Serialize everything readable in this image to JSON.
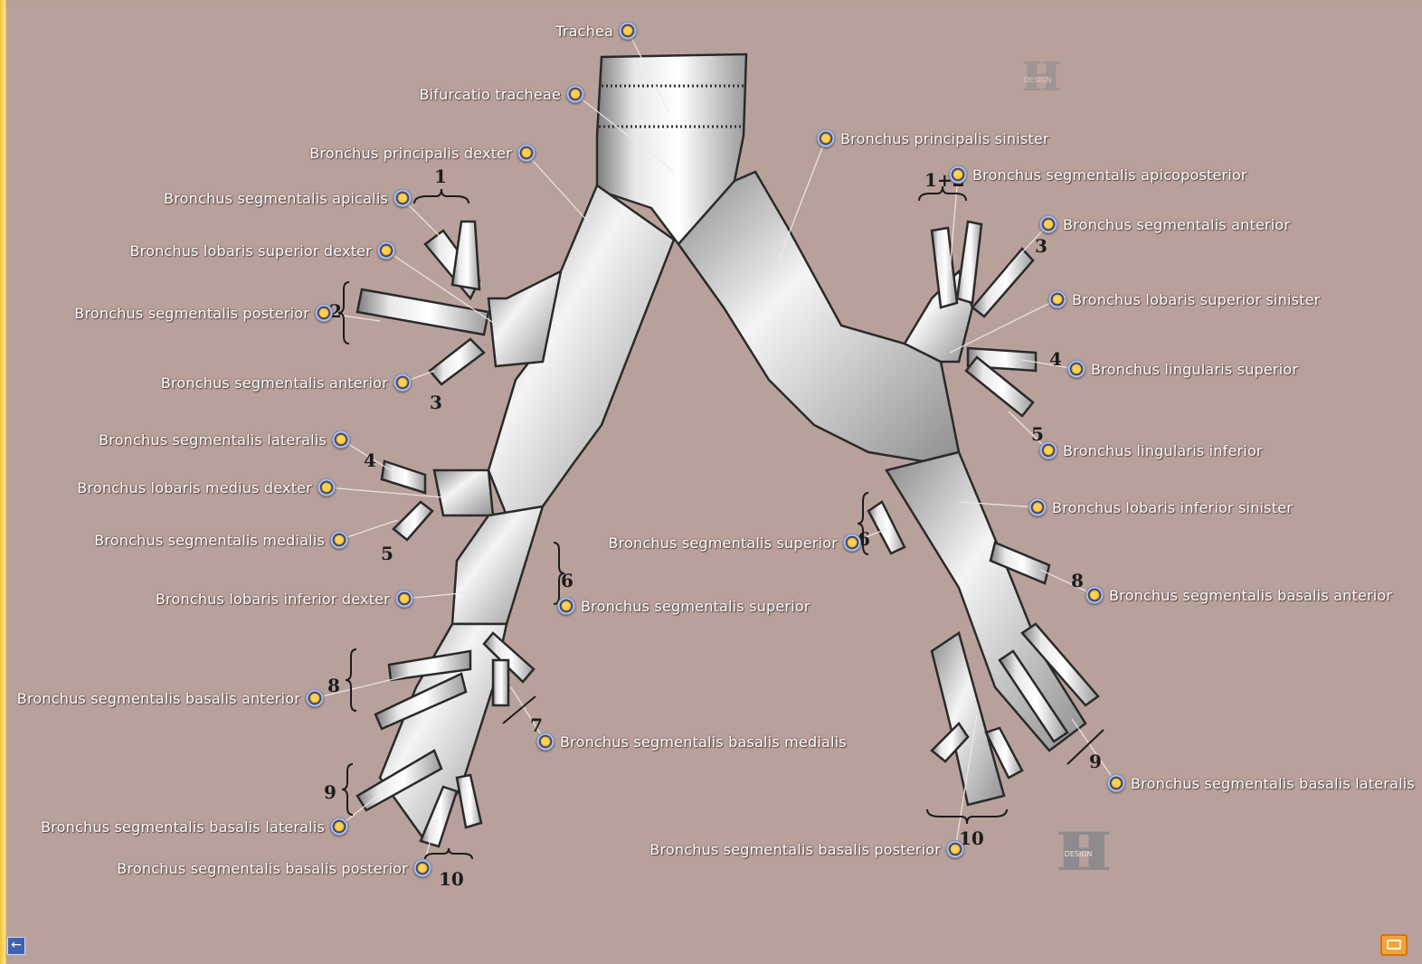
{
  "labels": {
    "trachea": "Trachea",
    "bifurcatio": "Bifurcatio tracheae",
    "princ_dexter": "Bronchus principalis dexter",
    "seg_apicalis": "Bronchus segmentalis apicalis",
    "lob_sup_dexter": "Bronchus lobaris superior dexter",
    "seg_posterior": "Bronchus segmentalis posterior",
    "seg_anterior_r": "Bronchus segmentalis anterior",
    "seg_lateralis": "Bronchus segmentalis lateralis",
    "lob_medius": "Bronchus lobaris medius dexter",
    "seg_medialis": "Bronchus segmentalis medialis",
    "lob_inf_dexter": "Bronchus lobaris inferior dexter",
    "seg_superior_r": "Bronchus segmentalis superior",
    "seg_bas_ant_r": "Bronchus segmentalis basalis anterior",
    "seg_bas_med": "Bronchus segmentalis basalis medialis",
    "seg_bas_lat_r": "Bronchus segmentalis basalis lateralis",
    "seg_bas_post_r": "Bronchus segmentalis basalis posterior",
    "princ_sinister": "Bronchus principalis sinister",
    "seg_apicopost": "Bronchus segmentalis apicoposterior",
    "seg_anterior_l": "Bronchus segmentalis anterior",
    "lob_sup_sinister": "Bronchus lobaris superior sinister",
    "ling_sup": "Bronchus lingularis superior",
    "ling_inf": "Bronchus lingularis inferior",
    "lob_inf_sinister": "Bronchus lobaris inferior sinister",
    "seg_superior_l": "Bronchus segmentalis superior",
    "seg_bas_ant_l": "Bronchus segmentalis basalis anterior",
    "seg_bas_lat_l": "Bronchus segmentalis basalis lateralis",
    "seg_bas_post_l": "Bronchus segmentalis basalis posterior"
  },
  "segment_numbers": {
    "r1": "1",
    "r2": "2",
    "r3": "3",
    "r4": "4",
    "r5": "5",
    "r6": "6",
    "r8": "8",
    "r7": "7",
    "r9": "9",
    "r10": "10",
    "l12": "1+2",
    "l3": "3",
    "l4": "4",
    "l5": "5",
    "l6": "6",
    "l8": "8",
    "l9": "9",
    "l10": "10"
  },
  "logo": {
    "mark": "H",
    "caption": "DESIGN"
  },
  "icons": {
    "back": "arrow-left-icon",
    "corner": "window-icon",
    "hotspot": "hotspot-dot-icon"
  },
  "colors": {
    "background": "#b9a19b",
    "frame": "#ffd94a",
    "hotspot": "#e89a10",
    "hotspot_ring": "#3a4f8a"
  }
}
